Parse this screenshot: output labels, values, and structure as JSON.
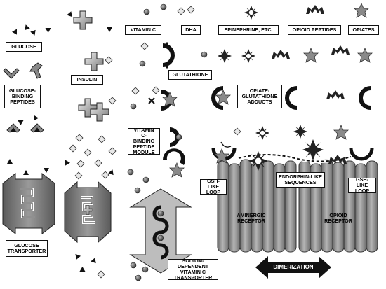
{
  "labels": {
    "glucose": "GLUCOSE",
    "glucose_binding": "GLUCOSE-\nBINDING\nPEPTIDES",
    "glucose_transporter": "GLUCOSE\nTRANSPORTER",
    "insulin": "INSULIN",
    "vitamin_c": "VITAMIN C",
    "dha": "DHA",
    "epinephrine": "EPINEPHRINE, ETC.",
    "opioid_peptides": "OPIOID PEPTIDES",
    "opiates": "OPIATES",
    "glutathione": "GLUTATHIONE",
    "opiate_gsh": "OPIATE-\nGLUTATHIONE\nADDUCTS",
    "vitc_module": "VITAMIN C-\nBINDING\nPEPTIDE\nMODULE",
    "gsh_loop_left": "GSH-LIKE\nLOOP",
    "endorphin": "ENDORPHIN-LIKE\nSEQUENCES",
    "gsh_loop_right": "GSH-LIKE\nLOOP",
    "aminergic": "AMINERGIC\nRECEPTOR",
    "opioid_receptor": "OPIOID\nRECEPTOR",
    "svct": "SODIUM-DEPENDENT\nVITAMIN C\nTRANSPORTER",
    "dimerization": "DIMERIZATION"
  }
}
